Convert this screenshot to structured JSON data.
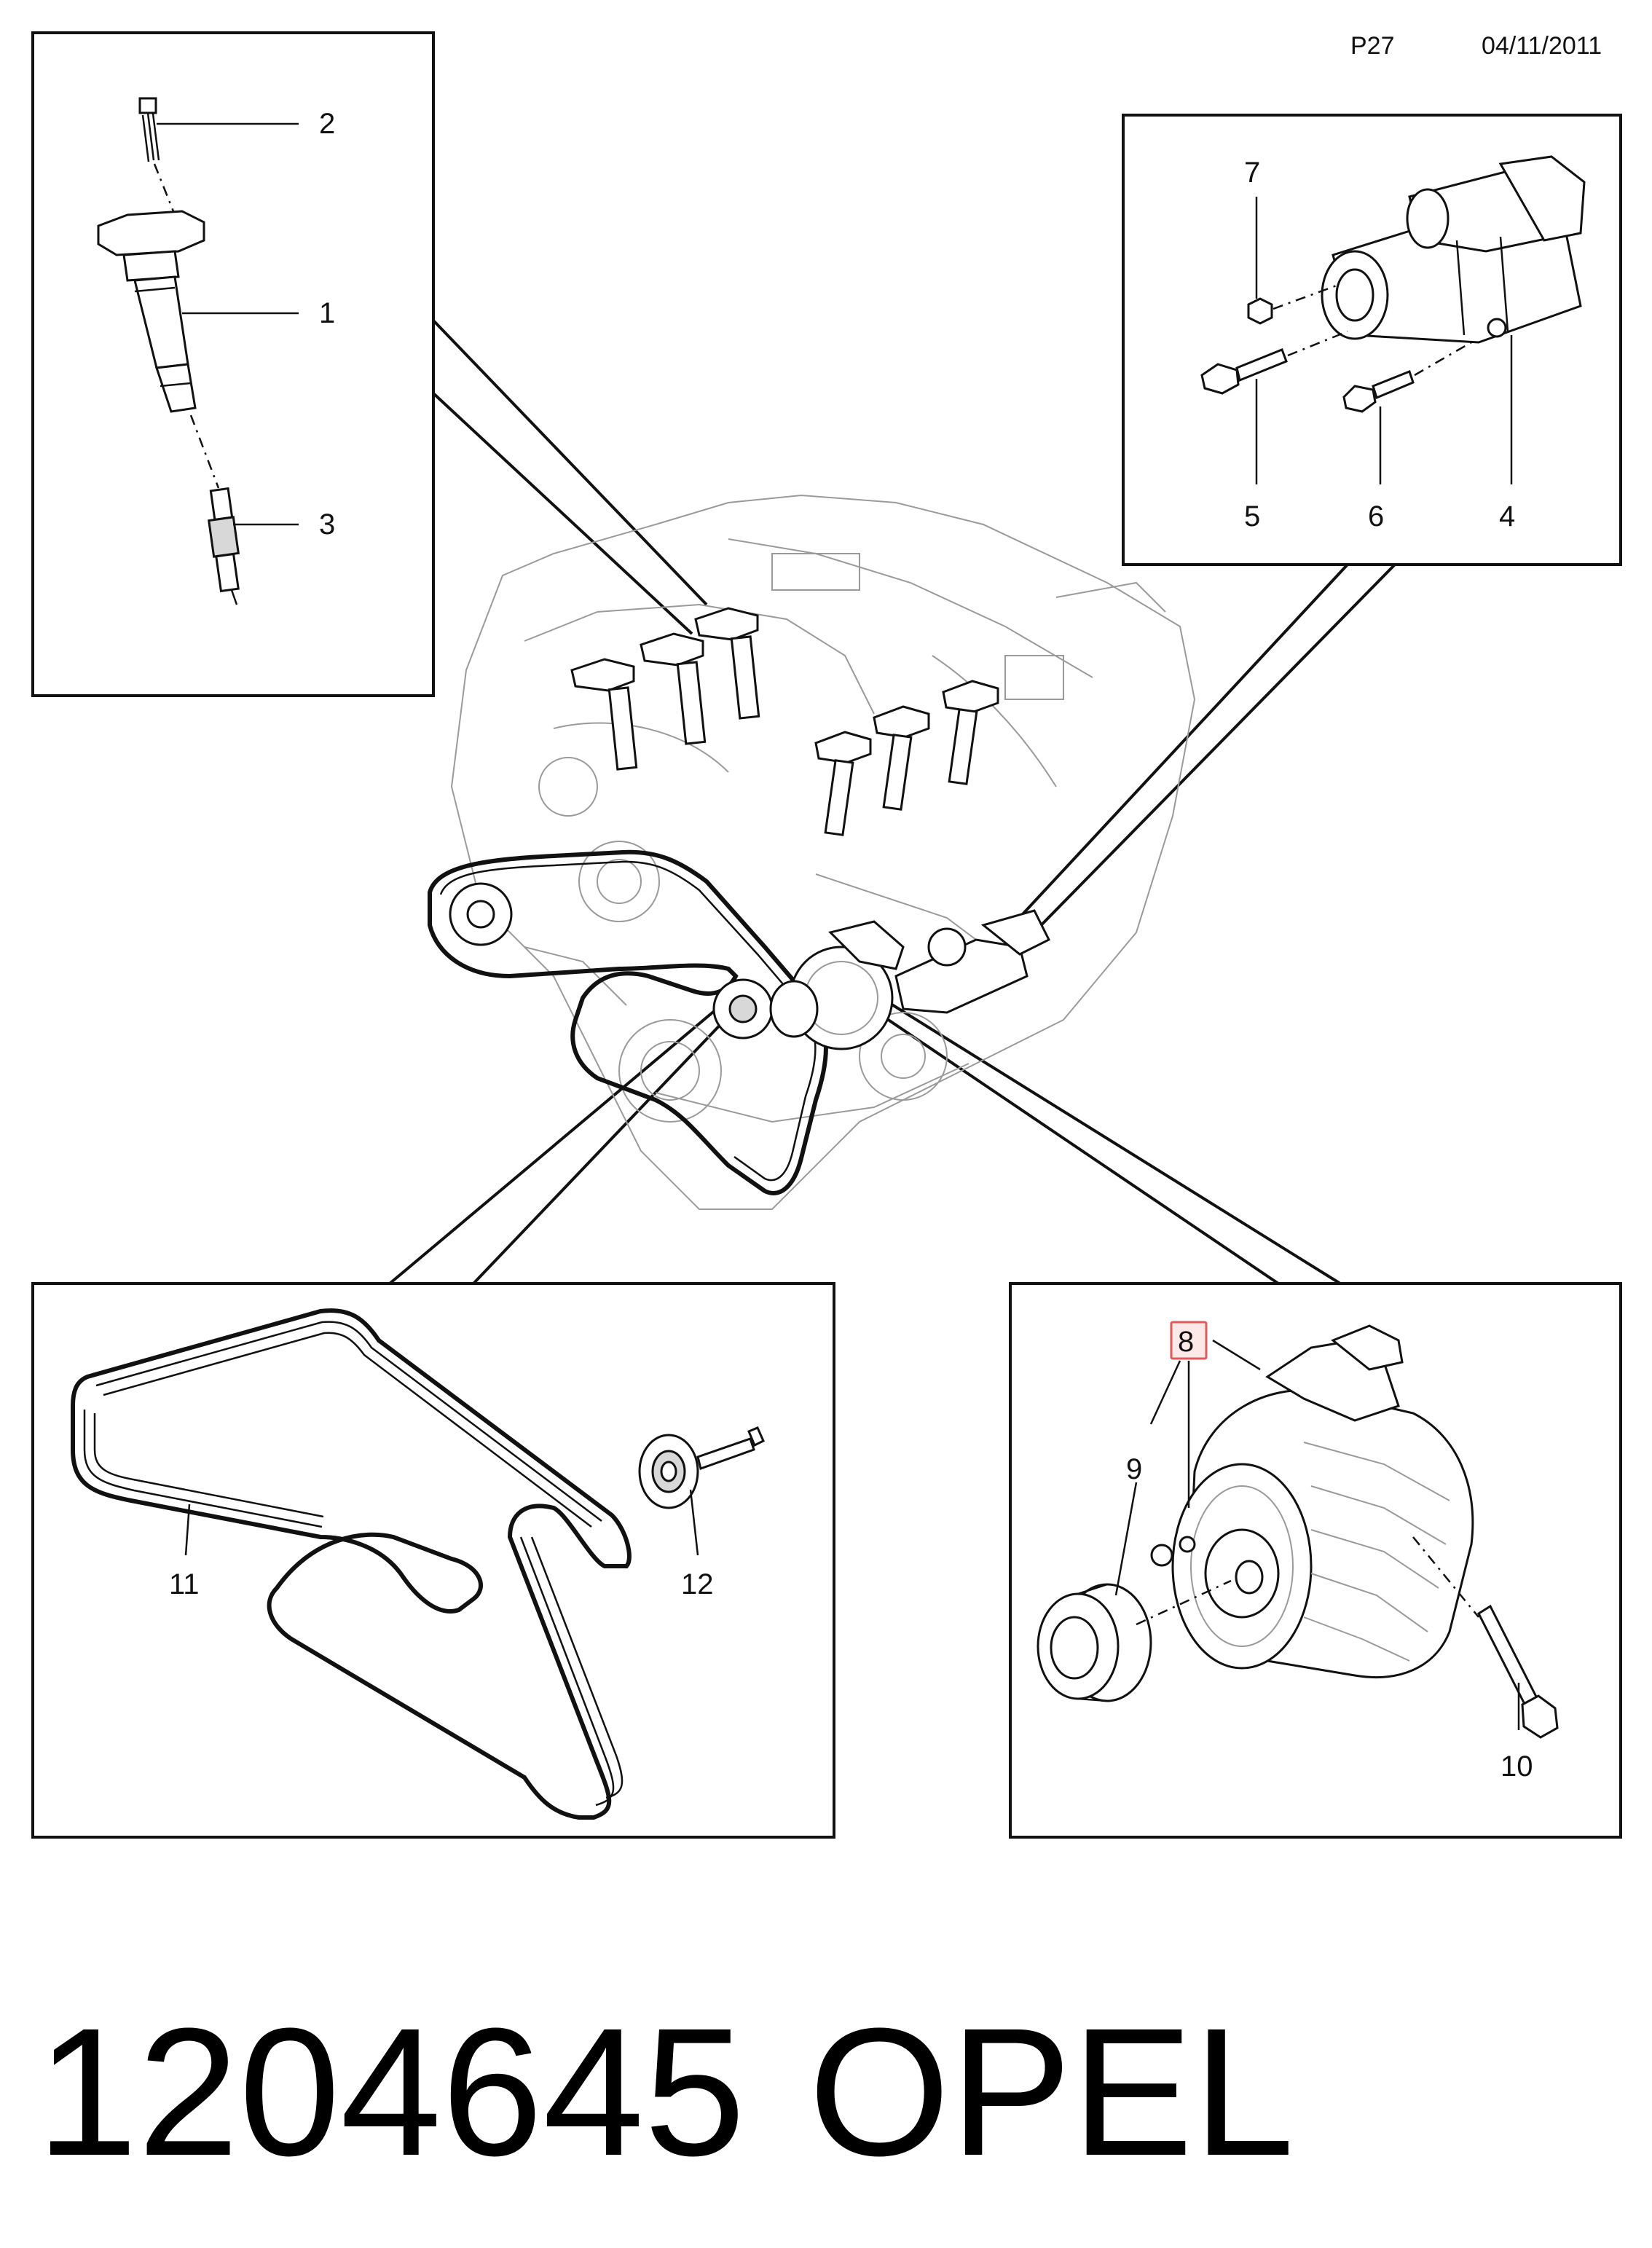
{
  "header": {
    "page_code": "P27",
    "date": "04/11/2011"
  },
  "part_number": "1204645",
  "brand": "OPEL",
  "callouts": {
    "c1": "1",
    "c2": "2",
    "c3": "3",
    "c4": "4",
    "c5": "5",
    "c6": "6",
    "c7": "7",
    "c8": "8",
    "c9": "9",
    "c10": "10",
    "c11": "11",
    "c12": "12"
  },
  "highlight_color": "#e05a5a",
  "highlight_fill": "#fde8e8"
}
